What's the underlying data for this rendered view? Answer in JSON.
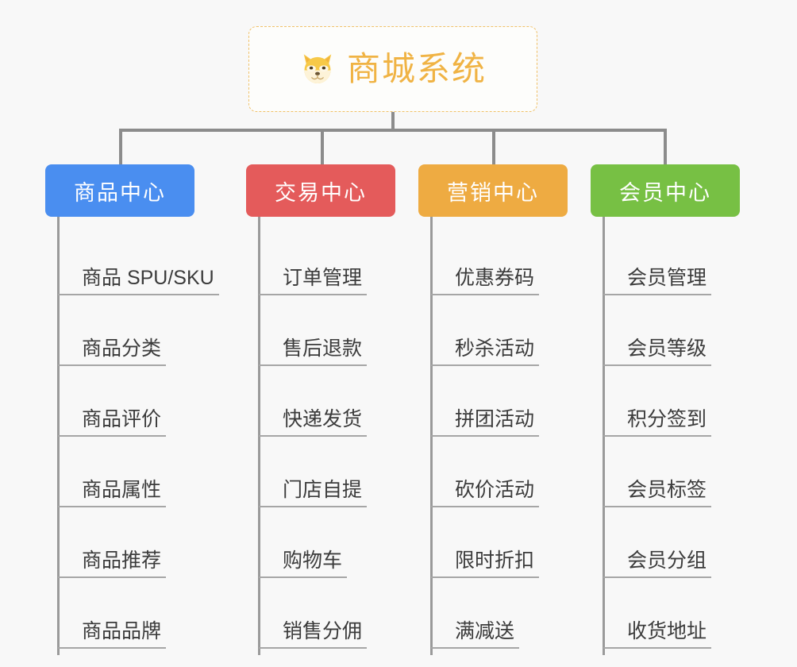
{
  "diagram": {
    "title": "商城系统",
    "root": {
      "label": "商城系统",
      "icon": "shiba-dog-face",
      "accent_color": "#f0b344",
      "border_color": "#f0c169",
      "background": "#fdfdfb"
    },
    "canvas_background": "#f8f8f8",
    "connector_color": "#8c8c8c",
    "leaf_rule_color": "#a6a6a6",
    "leaf_text_color": "#3b3b3b",
    "branches": [
      {
        "label": "商品中心",
        "color": "#4a8ef0",
        "items": [
          "商品 SPU/SKU",
          "商品分类",
          "商品评价",
          "商品属性",
          "商品推荐",
          "商品品牌"
        ]
      },
      {
        "label": "交易中心",
        "color": "#e45b5b",
        "items": [
          "订单管理",
          "售后退款",
          "快递发货",
          "门店自提",
          "购物车",
          "销售分佣"
        ]
      },
      {
        "label": "营销中心",
        "color": "#eeab42",
        "items": [
          "优惠券码",
          "秒杀活动",
          "拼团活动",
          "砍价活动",
          "限时折扣",
          "满减送"
        ]
      },
      {
        "label": "会员中心",
        "color": "#77c044",
        "items": [
          "会员管理",
          "会员等级",
          "积分签到",
          "会员标签",
          "会员分组",
          "收货地址"
        ]
      }
    ]
  }
}
